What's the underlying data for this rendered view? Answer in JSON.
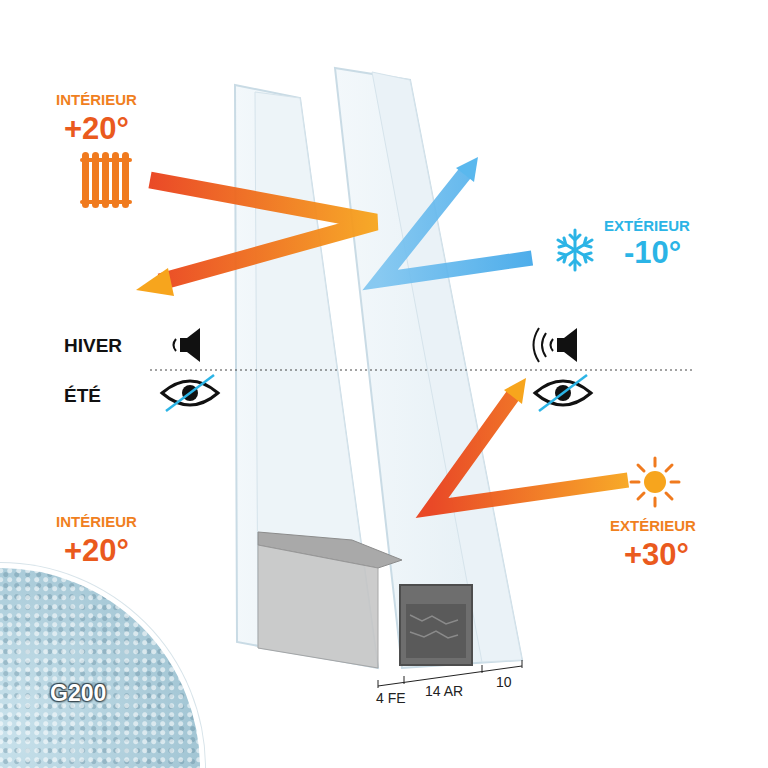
{
  "diagram": {
    "nodes": [
      {
        "text": [
          "G200"
        ]
      }
    ],
    "labels": [
      "INTÉRIEUR",
      "+20°",
      "EXTÉRIEUR",
      "-10°",
      "HIVER",
      "ÉTÉ",
      "INTÉRIEUR",
      "+20°",
      "EXTÉRIEUR",
      "+30°",
      "4 FE",
      "14 AR",
      "10"
    ]
  }
}
